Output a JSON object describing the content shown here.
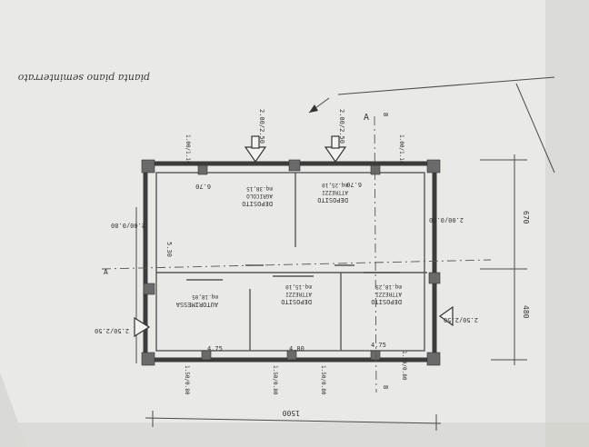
{
  "drawing": {
    "title": "pianta piano seminterrato",
    "rooms": [
      {
        "name": "DEPOSITO",
        "lines": [
          "DEPOSITO",
          "ATTREZZI",
          "mq.25,10"
        ]
      },
      {
        "name": "DEPOSITO",
        "lines": [
          "DEPOSITO",
          "AGRICOLO",
          "mq.38,15"
        ]
      },
      {
        "name": "AUTORIMESSA",
        "lines": [
          "AUTORIMESSA",
          "mq.18,05"
        ]
      },
      {
        "name": "DEPOSITO",
        "lines": [
          "DEPOSITO",
          "ATTREZZI",
          "mq.15,10"
        ]
      },
      {
        "name": "DEPOSITO",
        "lines": [
          "DEPOSITO",
          "ATTREZZI",
          "mq.18,25"
        ]
      }
    ],
    "dimensions": {
      "overall_width": "1500",
      "side_total": "670",
      "side_lower": "480",
      "top_left_openings": "2.00/2.50",
      "top_right_openings": "2.00/2.50",
      "small_top": "1.00/1.10",
      "small_top_right": "1.00/1.10",
      "left_window": "2.00/0.80",
      "right_window": "2.00/0.80",
      "left_door": "2.50/2.50",
      "right_door": "2.50/2.50",
      "inner_left": "5.30",
      "inner_top_a": "6.70",
      "inner_top_b": "6.70",
      "bottom_a": "4.75",
      "bottom_b": "4.80",
      "bottom_c": "4.75",
      "bottom_w1": "1.50/0.80",
      "bottom_w2": "1.50/0.80",
      "bottom_w3": "1.50/0.80",
      "bottom_w4": "1.50/0.80"
    },
    "section_marks": {
      "top": "A",
      "top_b": "B",
      "bottom": "B",
      "left": "A"
    }
  }
}
